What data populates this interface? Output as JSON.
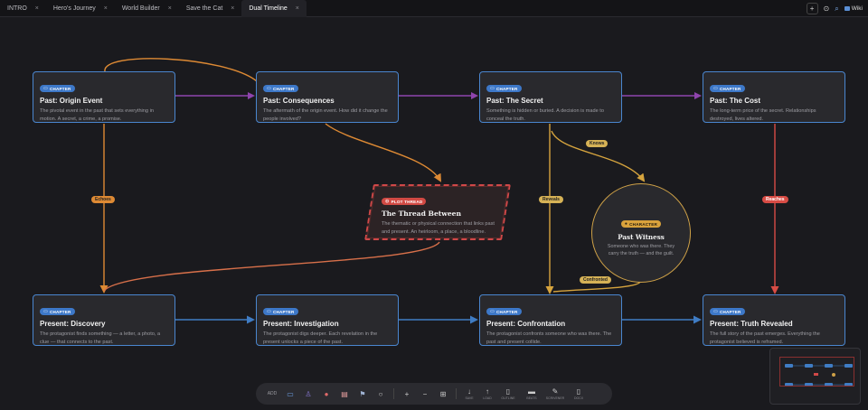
{
  "tabs": [
    {
      "label": "INTRO",
      "close": "×",
      "active": false
    },
    {
      "label": "Hero's Journey",
      "close": "×",
      "active": false
    },
    {
      "label": "World Builder",
      "close": "×",
      "active": false
    },
    {
      "label": "Save the Cat",
      "close": "×",
      "active": false
    },
    {
      "label": "Dual Timeline",
      "close": "×",
      "active": true
    }
  ],
  "tabbar_right": {
    "add": "+",
    "clock": "⊙",
    "search": "🔍",
    "wiki": "Wiki"
  },
  "nodes": {
    "past_origin": {
      "badge": "CHAPTER",
      "title": "Past: Origin Event",
      "desc": "The pivotal event in the past that sets everything in motion. A secret, a crime, a promise."
    },
    "past_consequences": {
      "badge": "CHAPTER",
      "title": "Past: Consequences",
      "desc": "The aftermath of the origin event. How did it change the people involved?"
    },
    "past_secret": {
      "badge": "CHAPTER",
      "title": "Past: The Secret",
      "desc": "Something is hidden or buried. A decision is made to conceal the truth."
    },
    "past_cost": {
      "badge": "CHAPTER",
      "title": "Past: The Cost",
      "desc": "The long-term price of the secret. Relationships destroyed, lives altered."
    },
    "plot_thread": {
      "badge": "PLOT THREAD",
      "title": "The Thread Between",
      "desc": "The thematic or physical connection that links past and present. An heirloom, a place, a bloodline."
    },
    "past_witness": {
      "badge": "CHARACTER",
      "title": "Past Witness",
      "desc": "Someone who was there. They carry the truth — and the guilt."
    },
    "present_discovery": {
      "badge": "CHAPTER",
      "title": "Present: Discovery",
      "desc": "The protagonist finds something — a letter, a photo, a clue — that connects to the past."
    },
    "present_investigation": {
      "badge": "CHAPTER",
      "title": "Present: Investigation",
      "desc": "The protagonist digs deeper. Each revelation in the present unlocks a piece of the past."
    },
    "present_confrontation": {
      "badge": "CHAPTER",
      "title": "Present: Confrontation",
      "desc": "The protagonist confronts someone who was there. The past and present collide."
    },
    "present_truth": {
      "badge": "CHAPTER",
      "title": "Present: Truth Revealed",
      "desc": "The full story of the past emerges. Everything the protagonist believed is reframed."
    }
  },
  "edge_labels": {
    "echoes": "Echoes",
    "knows": "Knows",
    "reveals": "Reveals",
    "reaches": "Reaches",
    "confronted": "Confronted"
  },
  "toolbar": {
    "add_label": "ADD",
    "save_label": "SAVE",
    "load_label": "LOAD",
    "outline_label": "OUTLINE",
    "beats_label": "BEATS",
    "scrivener_label": "SCRIVENER",
    "docx_label": "DOCX",
    "zoom_in": "+",
    "zoom_out": "−"
  },
  "colors": {
    "chapter": "#4a86cf",
    "plot_thread": "#d04848",
    "character": "#cda047",
    "timeline_past": "#8e44ad",
    "timeline_present": "#3f7cc4",
    "echo": "#de8a34",
    "reaches": "#d84c45"
  }
}
